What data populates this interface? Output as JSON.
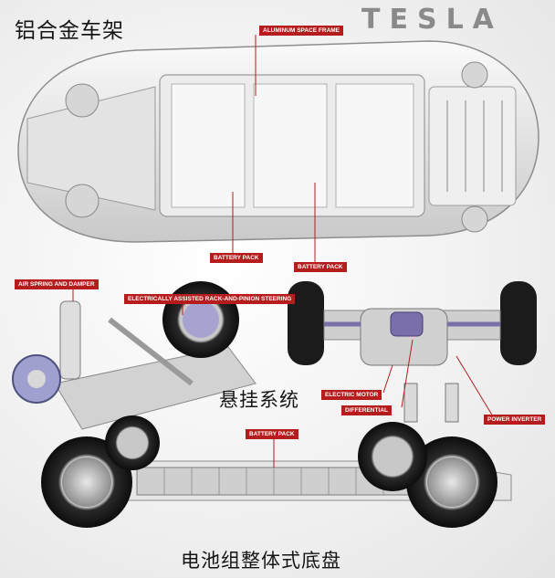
{
  "brand": {
    "logo_text": "TESLA"
  },
  "headings": {
    "frame": "铝合金车架",
    "suspension": "悬挂系统",
    "chassis": "电池组整体式底盘"
  },
  "callouts": {
    "aluminum_space_frame": "ALUMINUM SPACE FRAME",
    "battery_pack_top_left": "BATTERY PACK",
    "battery_pack_top_right": "BATTERY PACK",
    "air_spring_and_damper": "AIR SPRING AND DAMPER",
    "rack_pinion_steering": "ELECTRICALLY ASSISTED RACK-AND-PINION STEERING",
    "electric_motor": "ELECTRIC MOTOR",
    "differential": "DIFFERENTIAL",
    "power_inverter": "POWER INVERTER",
    "battery_pack_bottom": "BATTERY PACK"
  },
  "colors": {
    "callout_red": "#b71c1c",
    "logo_gray": "#8a8a8a",
    "frame_silver": "#d9d9d9",
    "tire_black": "#1a1a1a",
    "motor_purple": "#7a6fa8"
  }
}
